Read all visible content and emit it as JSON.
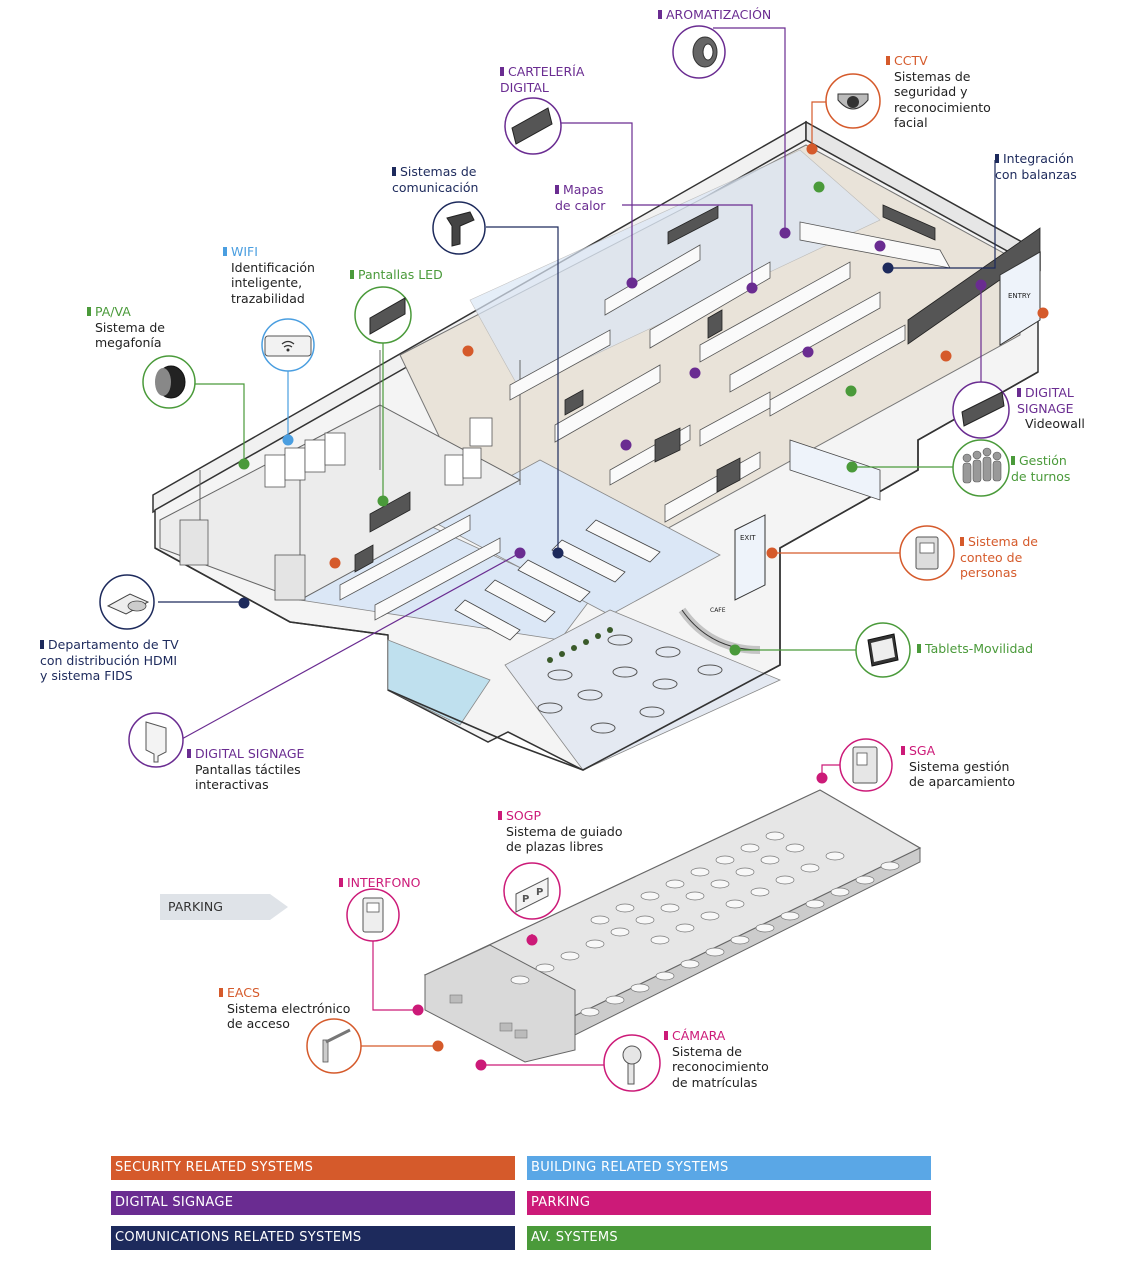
{
  "colors": {
    "security": "#d55a2b",
    "digital": "#6a2c91",
    "communications": "#1d2a5c",
    "building": "#4a9ee0",
    "parking": "#cc1a78",
    "av": "#4a9a3a"
  },
  "labels": {
    "aromatizacion": {
      "title": "AROMATIZACIÓN",
      "desc": ""
    },
    "cctv": {
      "title": "CCTV",
      "desc": "Sistemas de\nseguridad y\nreconocimiento\nfacial"
    },
    "carteleria": {
      "title": "CARTELERÍA\nDIGITAL",
      "desc": ""
    },
    "integracion": {
      "title": "Integración\ncon balanzas",
      "desc": ""
    },
    "comunicacion": {
      "title": "Sistemas de\ncomunicación",
      "desc": ""
    },
    "mapas": {
      "title": "Mapas\nde calor",
      "desc": ""
    },
    "wifi": {
      "title": "WIFI",
      "desc": "Identificación\ninteligente,\ntrazabilidad"
    },
    "pantallas_led": {
      "title": "Pantallas LED",
      "desc": ""
    },
    "pava": {
      "title": "PA/VA",
      "desc": "Sistema de\nmegafonía"
    },
    "videowall": {
      "title": "DIGITAL\nSIGNAGE",
      "desc": "Videowall"
    },
    "turnos": {
      "title": "Gestión\nde turnos",
      "desc": ""
    },
    "conteo": {
      "title": "Sistema de\nconteo de\npersonas",
      "desc": ""
    },
    "tv": {
      "title": "Departamento de TV\ncon distribución HDMI\ny sistema FIDS",
      "desc": ""
    },
    "tablets": {
      "title": "Tablets-Movilidad",
      "desc": ""
    },
    "tactiles": {
      "title": "DIGITAL SIGNAGE",
      "desc": "Pantallas táctiles\ninteractivas"
    },
    "sga": {
      "title": "SGA",
      "desc": "Sistema gestión\nde aparcamiento"
    },
    "sogp": {
      "title": "SOGP",
      "desc": "Sistema de guiado\nde plazas libres"
    },
    "interfono": {
      "title": "INTERFONO",
      "desc": ""
    },
    "eacs": {
      "title": "EACS",
      "desc": "Sistema electrónico\nde acceso"
    },
    "camara": {
      "title": "CÁMARA",
      "desc": "Sistema de\nreconocimiento\nde matrículas"
    }
  },
  "parking_tag": "PARKING",
  "store_signs": {
    "entry": "ENTRY",
    "exit": "EXIT",
    "cafe": "CAFE"
  },
  "legend": {
    "security": "SECURITY RELATED SYSTEMS",
    "building": "BUILDING RELATED SYSTEMS",
    "digital": "DIGITAL SIGNAGE",
    "parking": "PARKING",
    "communications": "COMUNICATIONS RELATED SYSTEMS",
    "av": "AV. SYSTEMS"
  }
}
